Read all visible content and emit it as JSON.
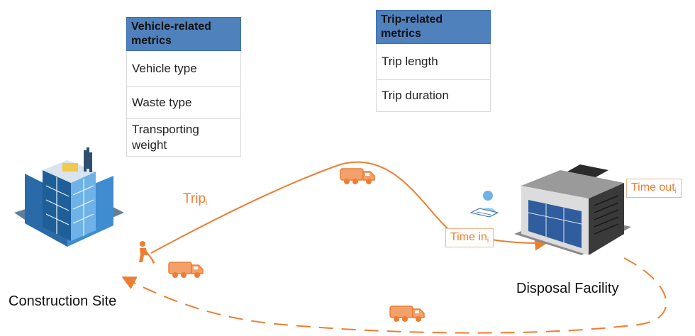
{
  "vehicle_metrics": {
    "header": "Vehicle-related metrics",
    "rows": [
      "Vehicle type",
      "Waste type",
      "Transporting weight"
    ]
  },
  "trip_metrics": {
    "header": "Trip-related metrics",
    "rows": [
      "Trip length",
      "Trip duration"
    ]
  },
  "labels": {
    "trip": {
      "text": "Trip",
      "sub": "i"
    },
    "time_in": {
      "text": "Time in",
      "sub": "i"
    },
    "time_out": {
      "text": "Time out",
      "sub": "i"
    },
    "construction_site": "Construction Site",
    "disposal_facility": "Disposal Facility"
  },
  "colors": {
    "accent": "#ed7d31",
    "header_fill": "#4f81bd"
  },
  "icons": [
    "office-building-icon",
    "worker-digging-icon",
    "truck-icon",
    "clerk-recording-icon",
    "disposal-warehouse-icon"
  ]
}
